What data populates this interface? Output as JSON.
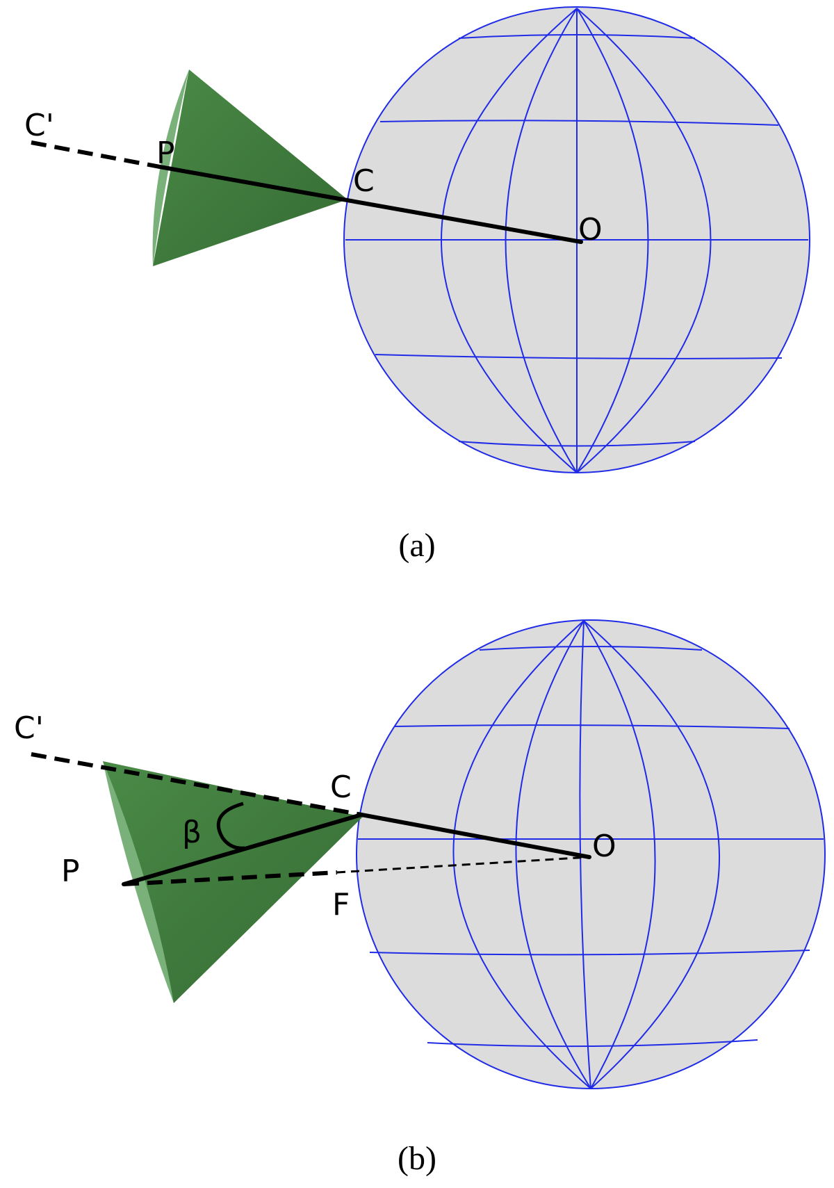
{
  "panels": [
    {
      "id": "a",
      "caption": "(a)",
      "labels": {
        "c_prime": "C'",
        "p": "P",
        "c": "C",
        "o": "O"
      }
    },
    {
      "id": "b",
      "caption": "(b)",
      "labels": {
        "c_prime": "C'",
        "c": "C",
        "beta": "β",
        "p": "P",
        "o": "O",
        "f": "F"
      }
    }
  ],
  "colors": {
    "sphere_fill": "#dcdcdc",
    "sphere_grid": "#1f2be6",
    "cone_dark": "#3e7a3c",
    "cone_light": "#7ab07a",
    "line": "#000000"
  }
}
